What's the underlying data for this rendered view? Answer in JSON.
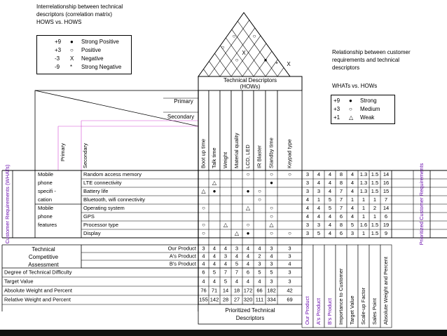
{
  "title": {
    "interrelationship": [
      "Interrelationship between technical",
      "descriptors (correlation matrix)",
      "HOWS vs. HOWS"
    ],
    "relationship": [
      "Relationship between customer",
      "requirements and technical",
      "descriptors"
    ],
    "whats_vs_hows": "WHATs vs. HOWs"
  },
  "correlation_legend": [
    {
      "value": "+9",
      "symbol": "●",
      "label": "Strong Positive"
    },
    {
      "value": "+3",
      "symbol": "○",
      "label": "Positive"
    },
    {
      "value": "-3",
      "symbol": "X",
      "label": "Negative"
    },
    {
      "value": "-9",
      "symbol": "*",
      "label": "Strong Negative"
    }
  ],
  "relationship_legend": [
    {
      "value": "+9",
      "symbol": "●",
      "label": "Strong"
    },
    {
      "value": "+3",
      "symbol": "○",
      "label": "Medium"
    },
    {
      "value": "+1",
      "symbol": "△",
      "label": "Weak"
    }
  ],
  "technical_descriptors_header": [
    "Technical Descriptors",
    "(HOWs)"
  ],
  "primary_label": "Primary",
  "secondary_label": "Secondary",
  "primary_vertical": "Primary",
  "secondary_vertical": "Secondary",
  "customer_requirements_label": "Customer Requirements (WHATs)",
  "technical_descriptors": [
    "Boot up time",
    "Talk time",
    "Weight",
    "Material quality",
    "LCD, LED",
    "IR Blaster",
    "Standby time",
    "Keypad type"
  ],
  "groups": [
    {
      "lines": [
        "Mobile",
        "phone",
        "specifi -",
        "cation"
      ]
    },
    {
      "lines": [
        "Mobile",
        "phone",
        "features"
      ]
    }
  ],
  "requirements": [
    {
      "name": "Random access memory",
      "rel": [
        "",
        "",
        "",
        "",
        "○",
        "",
        "○",
        "○"
      ],
      "right": [
        "3",
        "4",
        "4",
        "8",
        "4",
        "1.3",
        "1.5",
        "14"
      ]
    },
    {
      "name": "LTE connectivity",
      "rel": [
        "",
        "△",
        "",
        "",
        "",
        "",
        "●",
        ""
      ],
      "right": [
        "3",
        "4",
        "4",
        "8",
        "4",
        "1.3",
        "1.5",
        "16"
      ]
    },
    {
      "name": "Battery life",
      "rel": [
        "△",
        "●",
        "",
        "",
        "●",
        "○",
        "",
        ""
      ],
      "right": [
        "3",
        "3",
        "4",
        "7",
        "4",
        "1.3",
        "1.5",
        "15"
      ]
    },
    {
      "name": "Bluetooth, wifi connectivity",
      "rel": [
        "",
        "",
        "",
        "",
        "",
        "○",
        "",
        ""
      ],
      "right": [
        "4",
        "1",
        "5",
        "7",
        "1",
        "1",
        "1",
        "7"
      ]
    },
    {
      "name": "Operating system",
      "rel": [
        "○",
        "",
        "",
        "",
        "△",
        "",
        "○",
        ""
      ],
      "right": [
        "4",
        "4",
        "5",
        "7",
        "4",
        "1",
        "2",
        "14"
      ]
    },
    {
      "name": "GPS",
      "rel": [
        "",
        "",
        "",
        "",
        "",
        "",
        "○",
        ""
      ],
      "right": [
        "4",
        "4",
        "4",
        "6",
        "4",
        "1",
        "1",
        "6"
      ]
    },
    {
      "name": "Processor type",
      "rel": [
        "○",
        "",
        "△",
        "",
        "○",
        "",
        "△",
        ""
      ],
      "right": [
        "3",
        "3",
        "4",
        "8",
        "5",
        "1.6",
        "1.5",
        "19"
      ]
    },
    {
      "name": "Display",
      "rel": [
        "○",
        "",
        "",
        "△",
        "●",
        "",
        "○",
        "○"
      ],
      "right": [
        "3",
        "5",
        "4",
        "6",
        "3",
        "1",
        "1.5",
        "9"
      ]
    }
  ],
  "right_headers": [
    "Our Product",
    "A's Product",
    "B's Product",
    "Importance to Customer",
    "Target Value",
    "Scale-up Factor",
    "Sales Point",
    "Absolute Weight and Percent"
  ],
  "prioritized_customer": "Prioritized Customer Requirements",
  "competitive_label": [
    "Technical",
    "Competitive",
    "Assessment"
  ],
  "products": [
    {
      "name": "Our Product",
      "values": [
        "3",
        "4",
        "4",
        "3",
        "4",
        "4",
        "3",
        "3"
      ]
    },
    {
      "name": "A's Product",
      "values": [
        "4",
        "4",
        "3",
        "4",
        "4",
        "2",
        "4",
        "3"
      ]
    },
    {
      "name": "B's Product",
      "values": [
        "4",
        "4",
        "4",
        "5",
        "4",
        "3",
        "3",
        "4"
      ]
    }
  ],
  "bottom_rows": [
    {
      "label": "Degree of Technical Difficulty",
      "values": [
        "6",
        "5",
        "7",
        "7",
        "6",
        "5",
        "5",
        "3"
      ]
    },
    {
      "label": "Target Value",
      "values": [
        "4",
        "4",
        "5",
        "4",
        "4",
        "4",
        "3",
        "3"
      ]
    },
    {
      "label": "Absolute Weight and Percent",
      "values": [
        "76",
        "71",
        "14",
        "18",
        "172",
        "66",
        "182",
        "42"
      ]
    },
    {
      "label": "Relative Weight and Percent",
      "values": [
        "155",
        "142",
        "28",
        "27",
        "320",
        "111",
        "334",
        "69"
      ]
    }
  ],
  "prioritized_technical": [
    "Prioritized Technical",
    "Descriptors"
  ],
  "roof_symbols": [
    "○",
    "○",
    "○",
    "X",
    "○",
    "●",
    "*",
    "X"
  ]
}
